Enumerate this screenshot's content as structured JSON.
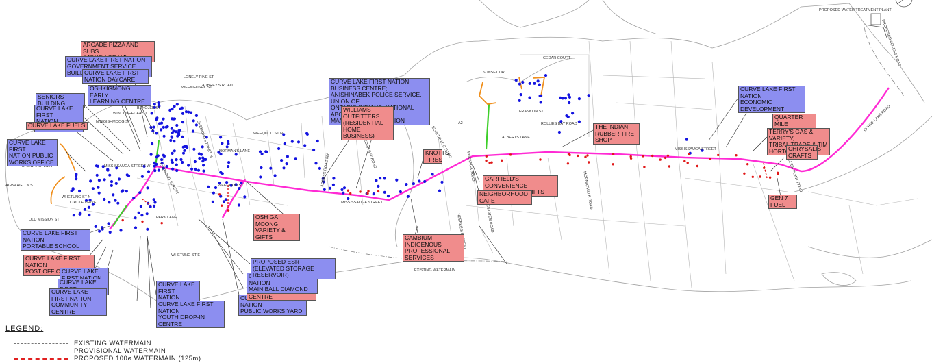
{
  "legend": {
    "title": "LEGEND:",
    "items": [
      {
        "label": "EXISTING WATERMAIN",
        "color": "#777777",
        "style": "dashdot"
      },
      {
        "label": "PROVISIONAL WATERMAIN",
        "color": "#f0901e",
        "style": "solid"
      },
      {
        "label": "PROPOSED 100ø WATERMAIN (125m)",
        "color": "#e02020",
        "style": "dashed"
      }
    ]
  },
  "colors": {
    "watermain_main": "#ff2ad4",
    "provisional": "#f0901e",
    "green_main": "#3ecf2a",
    "blue_dot": "#1414e0",
    "red_dot": "#e01818",
    "blue_label_bg": "#8c8ef0",
    "red_label_bg": "#f08c8c"
  },
  "labels": [
    {
      "text": "ARCADE PIZZA AND SUBS\n(MONEY GRAM)",
      "kind": "red"
    },
    {
      "text": "CURVE LAKE FIRST NATION\nGOVERNMENT SERVICE BUILDING",
      "kind": "blue"
    },
    {
      "text": "CURVE LAKE FIRST\nNATION DAYCARE",
      "kind": "blue"
    },
    {
      "text": "OSHKIGMONG EARLY\nLEARNING CENTRE",
      "kind": "blue"
    },
    {
      "text": "SENIORS BUILDING",
      "kind": "blue"
    },
    {
      "text": "CURVE LAKE FIRST\nNATION CHURCH",
      "kind": "blue"
    },
    {
      "text": "CURVE LAKE FUELS",
      "kind": "red"
    },
    {
      "text": "CURVE LAKE FIRST\nNATION PUBLIC\nWORKS OFFICE",
      "kind": "blue"
    },
    {
      "text": "CURVE LAKE FIRST NATION\nPORTABLE SCHOOL",
      "kind": "blue"
    },
    {
      "text": "CURVE LAKE FIRST NATION\nPOST OFFICE",
      "kind": "red"
    },
    {
      "text": "CURVE LAKE FIRST NATION\nRECREATION FIELD",
      "kind": "blue"
    },
    {
      "text": "CURVE LAKE FIRST\nNATION SCHOOL",
      "kind": "blue"
    },
    {
      "text": "CURVE LAKE FIRST NATION\nCOMMUNITY CENTRE",
      "kind": "blue"
    },
    {
      "text": "CURVE LAKE\nFIRST NATION\nMEDICAL CENTRE",
      "kind": "blue"
    },
    {
      "text": "CURVE LAKE FIRST NATION\nYOUTH DROP-IN CENTRE",
      "kind": "blue"
    },
    {
      "text": "CURVE LAKE FIRST NATION\nPUBLIC WORKS YARD",
      "kind": "blue"
    },
    {
      "text": "WHETUNG OJIBWAY CENTRE",
      "kind": "red"
    },
    {
      "text": "CURVE LAKE FIRST NATION\nMAIN BALL DIAMOND",
      "kind": "blue"
    },
    {
      "text": "PROPOSED ESR\n(ELEVATED STORAGE RESERVOIR)",
      "kind": "blue"
    },
    {
      "text": "OSH GA MOONG\nVARIETY & GIFTS",
      "kind": "red"
    },
    {
      "text": "CURVE LAKE FIRST NATION BUSINESS CENTRE;\nANISHINABEK POLICE SERVICE, UNION OF\nONTARIO INDIANS, NATIONAL ABORIGINAL LANDS\nMANAGERS ASSOCIATION",
      "kind": "blue"
    },
    {
      "text": "WILLIAMS OUTFITTERS\n(RESIDENTIAL HOME\nBUSINESS)",
      "kind": "red"
    },
    {
      "text": "KNOTTS\nTIRES",
      "kind": "red"
    },
    {
      "text": "GARFIELD'S CONVENIENCE\n& J. GARFIELD GIFTS",
      "kind": "red"
    },
    {
      "text": "NEIGHBORHOOD CAFE",
      "kind": "red"
    },
    {
      "text": "CAMBIUM INDIGENOUS\nPROFESSIONAL SERVICES",
      "kind": "red"
    },
    {
      "text": "THE INDIAN\nRUBBER TIRE SHOP",
      "kind": "red"
    },
    {
      "text": "CURVE LAKE FIRST NATION\nECONOMIC DEVELOPMENT",
      "kind": "blue"
    },
    {
      "text": "QUARTER MILE\nSTARTING GATE\n& COUNTRY",
      "kind": "red"
    },
    {
      "text": "TERRY'S GAS & VARIETY,\nTRIBAL TRADE & TIM\nHORTONS",
      "kind": "red"
    },
    {
      "text": "CHRYSALIS\nCRAFTS",
      "kind": "red"
    },
    {
      "text": "GEN 7 FUEL",
      "kind": "red"
    }
  ],
  "streets": [
    "LONELY PINE ST",
    "WEENGUSHK ST",
    "AUBREY'S ROAD",
    "BENOJEE ST",
    "WINOOKEEDAA ST",
    "NIBIGISHMOOG ST",
    "DAGWAAGI LN N",
    "DAGWAAGI LN S",
    "WHETUNG ST N",
    "CIRCLE DRIVE",
    "OLD MISSION ST",
    "CHEMONG ST S",
    "PARK LANE",
    "WHETUNG ST E",
    "MISSISSAUGA STREET W",
    "CHEMONG STREET",
    "CHEMONG STREET N",
    "NORMAN'S LANE",
    "WEEQUOD ST N",
    "WEEQUOD ST",
    "ACCESS ROAD 686",
    "MISSISSAUGA STREET",
    "CEDAR BAY ROAD",
    "ELVA TAYLOR ROAD",
    "SUNSET DR",
    "CEDAR COURT",
    "FRANKLIN ST",
    "ALBERTS LANE",
    "ROLLIES BAY ROAD",
    "MISSISSAUGA STREET",
    "MORNAYVILLE ROAD",
    "ROLLIES POINT ROAD",
    "CURVE LAKE ROAD",
    "PROPOSED ACCESS ROAD",
    "PROPOSED WATER TREATMENT PLANT",
    "EXISTING WATERMAIN",
    "NEEBEESH STREET",
    "PUCKAGA ROAD",
    "SOUTH BAY ESTATES ROAD",
    "A2"
  ]
}
